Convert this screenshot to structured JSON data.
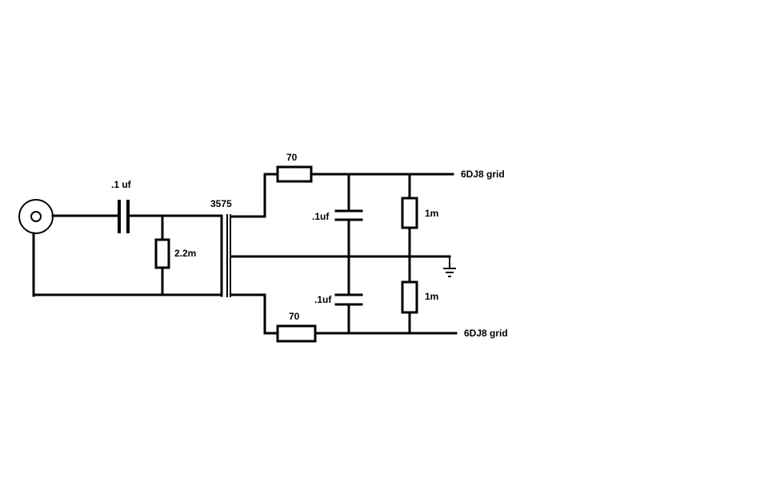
{
  "labels": {
    "input_cap": ".1 uf",
    "input_res": "2.2m",
    "transformer": "3575",
    "top_series_res": "70",
    "bottom_series_res": "70",
    "top_shunt_cap": ".1uf",
    "bottom_shunt_cap": ".1uf",
    "top_shunt_res": "1m",
    "bottom_shunt_res": "1m",
    "top_output": "6DJ8 grid",
    "bottom_output": "6DJ8 grid"
  },
  "colors": {
    "line": "#000000",
    "background": "#ffffff"
  }
}
